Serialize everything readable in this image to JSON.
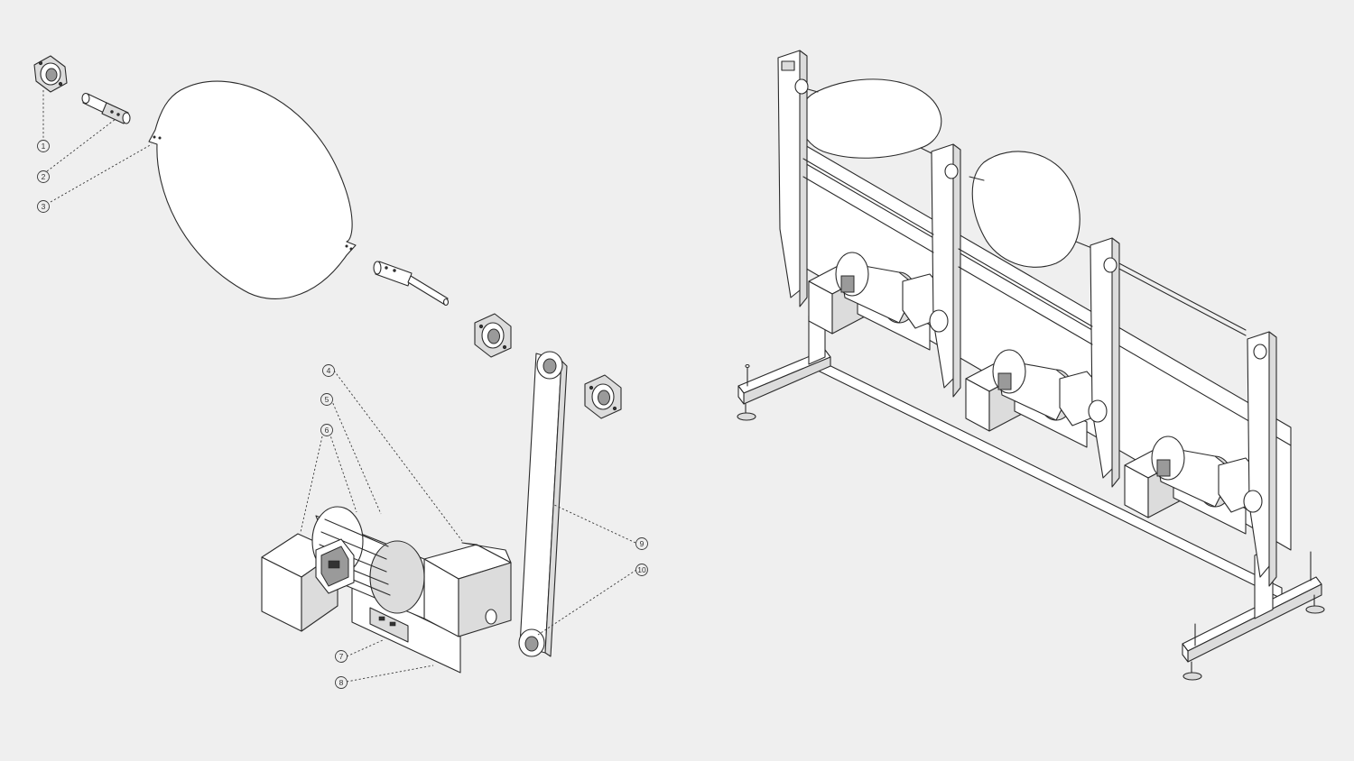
{
  "colors": {
    "background": "#efefef",
    "line": "#2b2b2b",
    "part_fill": "#ffffff",
    "part_shade": "#dcdcdc",
    "part_dark": "#9a9a9a"
  },
  "callouts": [
    {
      "id": "callout-1",
      "label": "1"
    },
    {
      "id": "callout-2",
      "label": "2"
    },
    {
      "id": "callout-3",
      "label": "3"
    },
    {
      "id": "callout-4",
      "label": "4"
    },
    {
      "id": "callout-5",
      "label": "5"
    },
    {
      "id": "callout-6",
      "label": "6"
    },
    {
      "id": "callout-7",
      "label": "7"
    },
    {
      "id": "callout-8",
      "label": "8"
    },
    {
      "id": "callout-9",
      "label": "9"
    },
    {
      "id": "callout-10",
      "label": "10"
    }
  ]
}
